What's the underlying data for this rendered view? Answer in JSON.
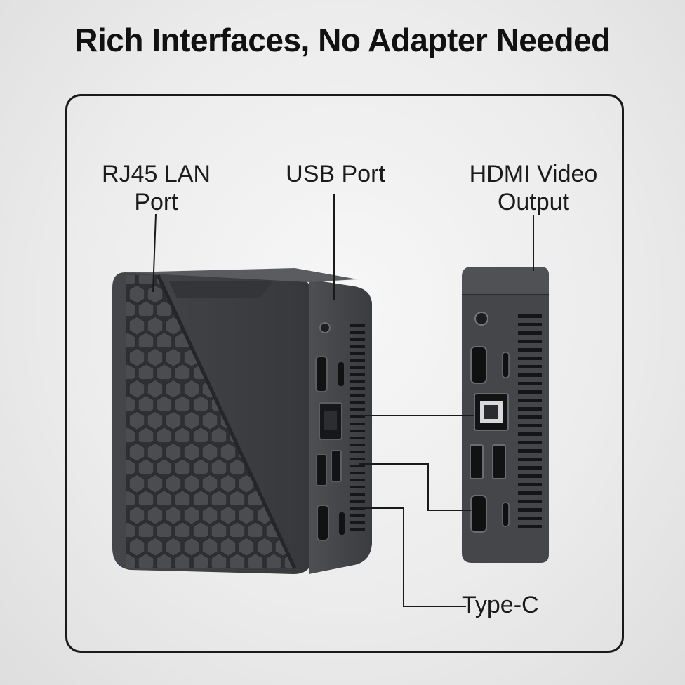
{
  "title": "Rich Interfaces, No Adapter Needed",
  "labels": {
    "rj45": {
      "line1": "RJ45 LAN",
      "line2": "Port"
    },
    "usb": "USB Port",
    "hdmi": {
      "line1": "HDMI Video",
      "line2": "Output"
    },
    "typec": "Type-C"
  },
  "colors": {
    "device_body": "#3d3f43",
    "device_top": "#2f3134",
    "ports": "#111214",
    "callout_line": "#1a1a1a"
  }
}
